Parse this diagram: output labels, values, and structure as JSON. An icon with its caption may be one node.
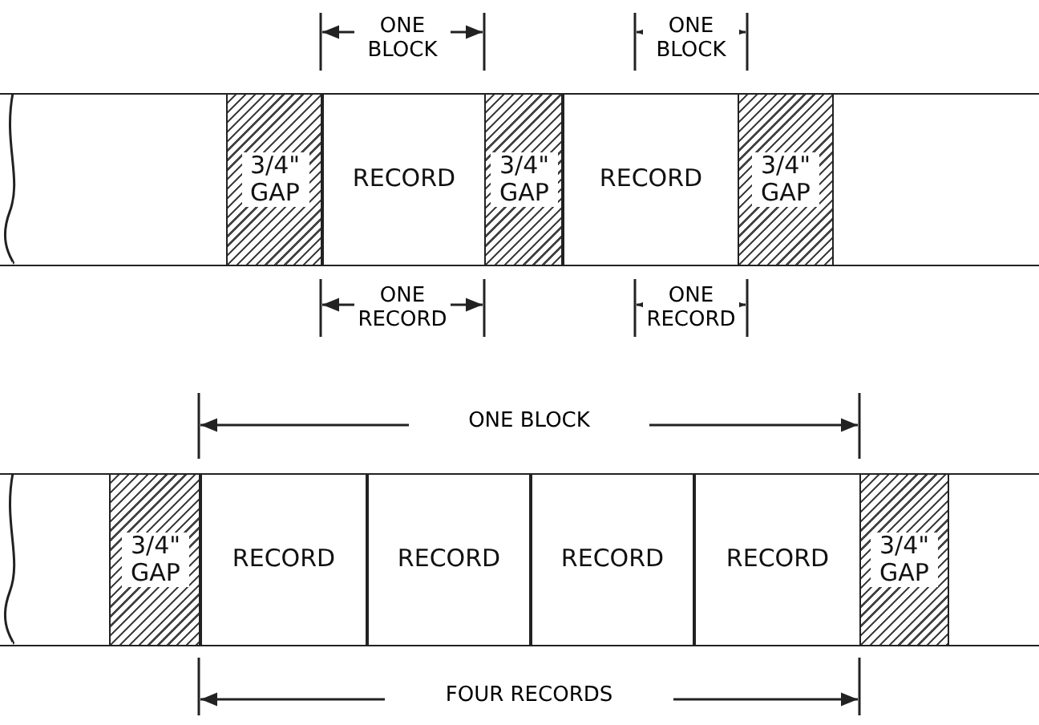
{
  "diagram": {
    "nodes": [
      {
        "text": [],
        "shape": "bar"
      },
      {
        "text": [
          "3/4\" GAP"
        ],
        "in": 0
      },
      {
        "text": [
          "RECORD"
        ],
        "in": 0
      },
      {
        "text": [
          "3/4\" GAP"
        ],
        "in": 0
      },
      {
        "text": [
          "RECORD"
        ],
        "in": 0
      },
      {
        "text": [
          "3/4\" GAP"
        ],
        "in": 0
      },
      {
        "text": [],
        "shape": "bar"
      },
      {
        "text": [
          "3/4\" GAP"
        ],
        "in": 6
      },
      {
        "text": [
          "RECORD"
        ],
        "in": 6
      },
      {
        "text": [
          "RECORD"
        ],
        "in": 6
      },
      {
        "text": [
          "RECORD"
        ],
        "in": 6
      },
      {
        "text": [
          "RECORD"
        ],
        "in": 6
      },
      {
        "text": [
          "3/4\" GAP"
        ],
        "in": 6
      }
    ],
    "labels": [
      "ONE BLOCK",
      "ONE BLOCK",
      "ONE RECORD",
      "ONE RECORD",
      "ONE BLOCK",
      "FOUR RECORDS"
    ]
  }
}
